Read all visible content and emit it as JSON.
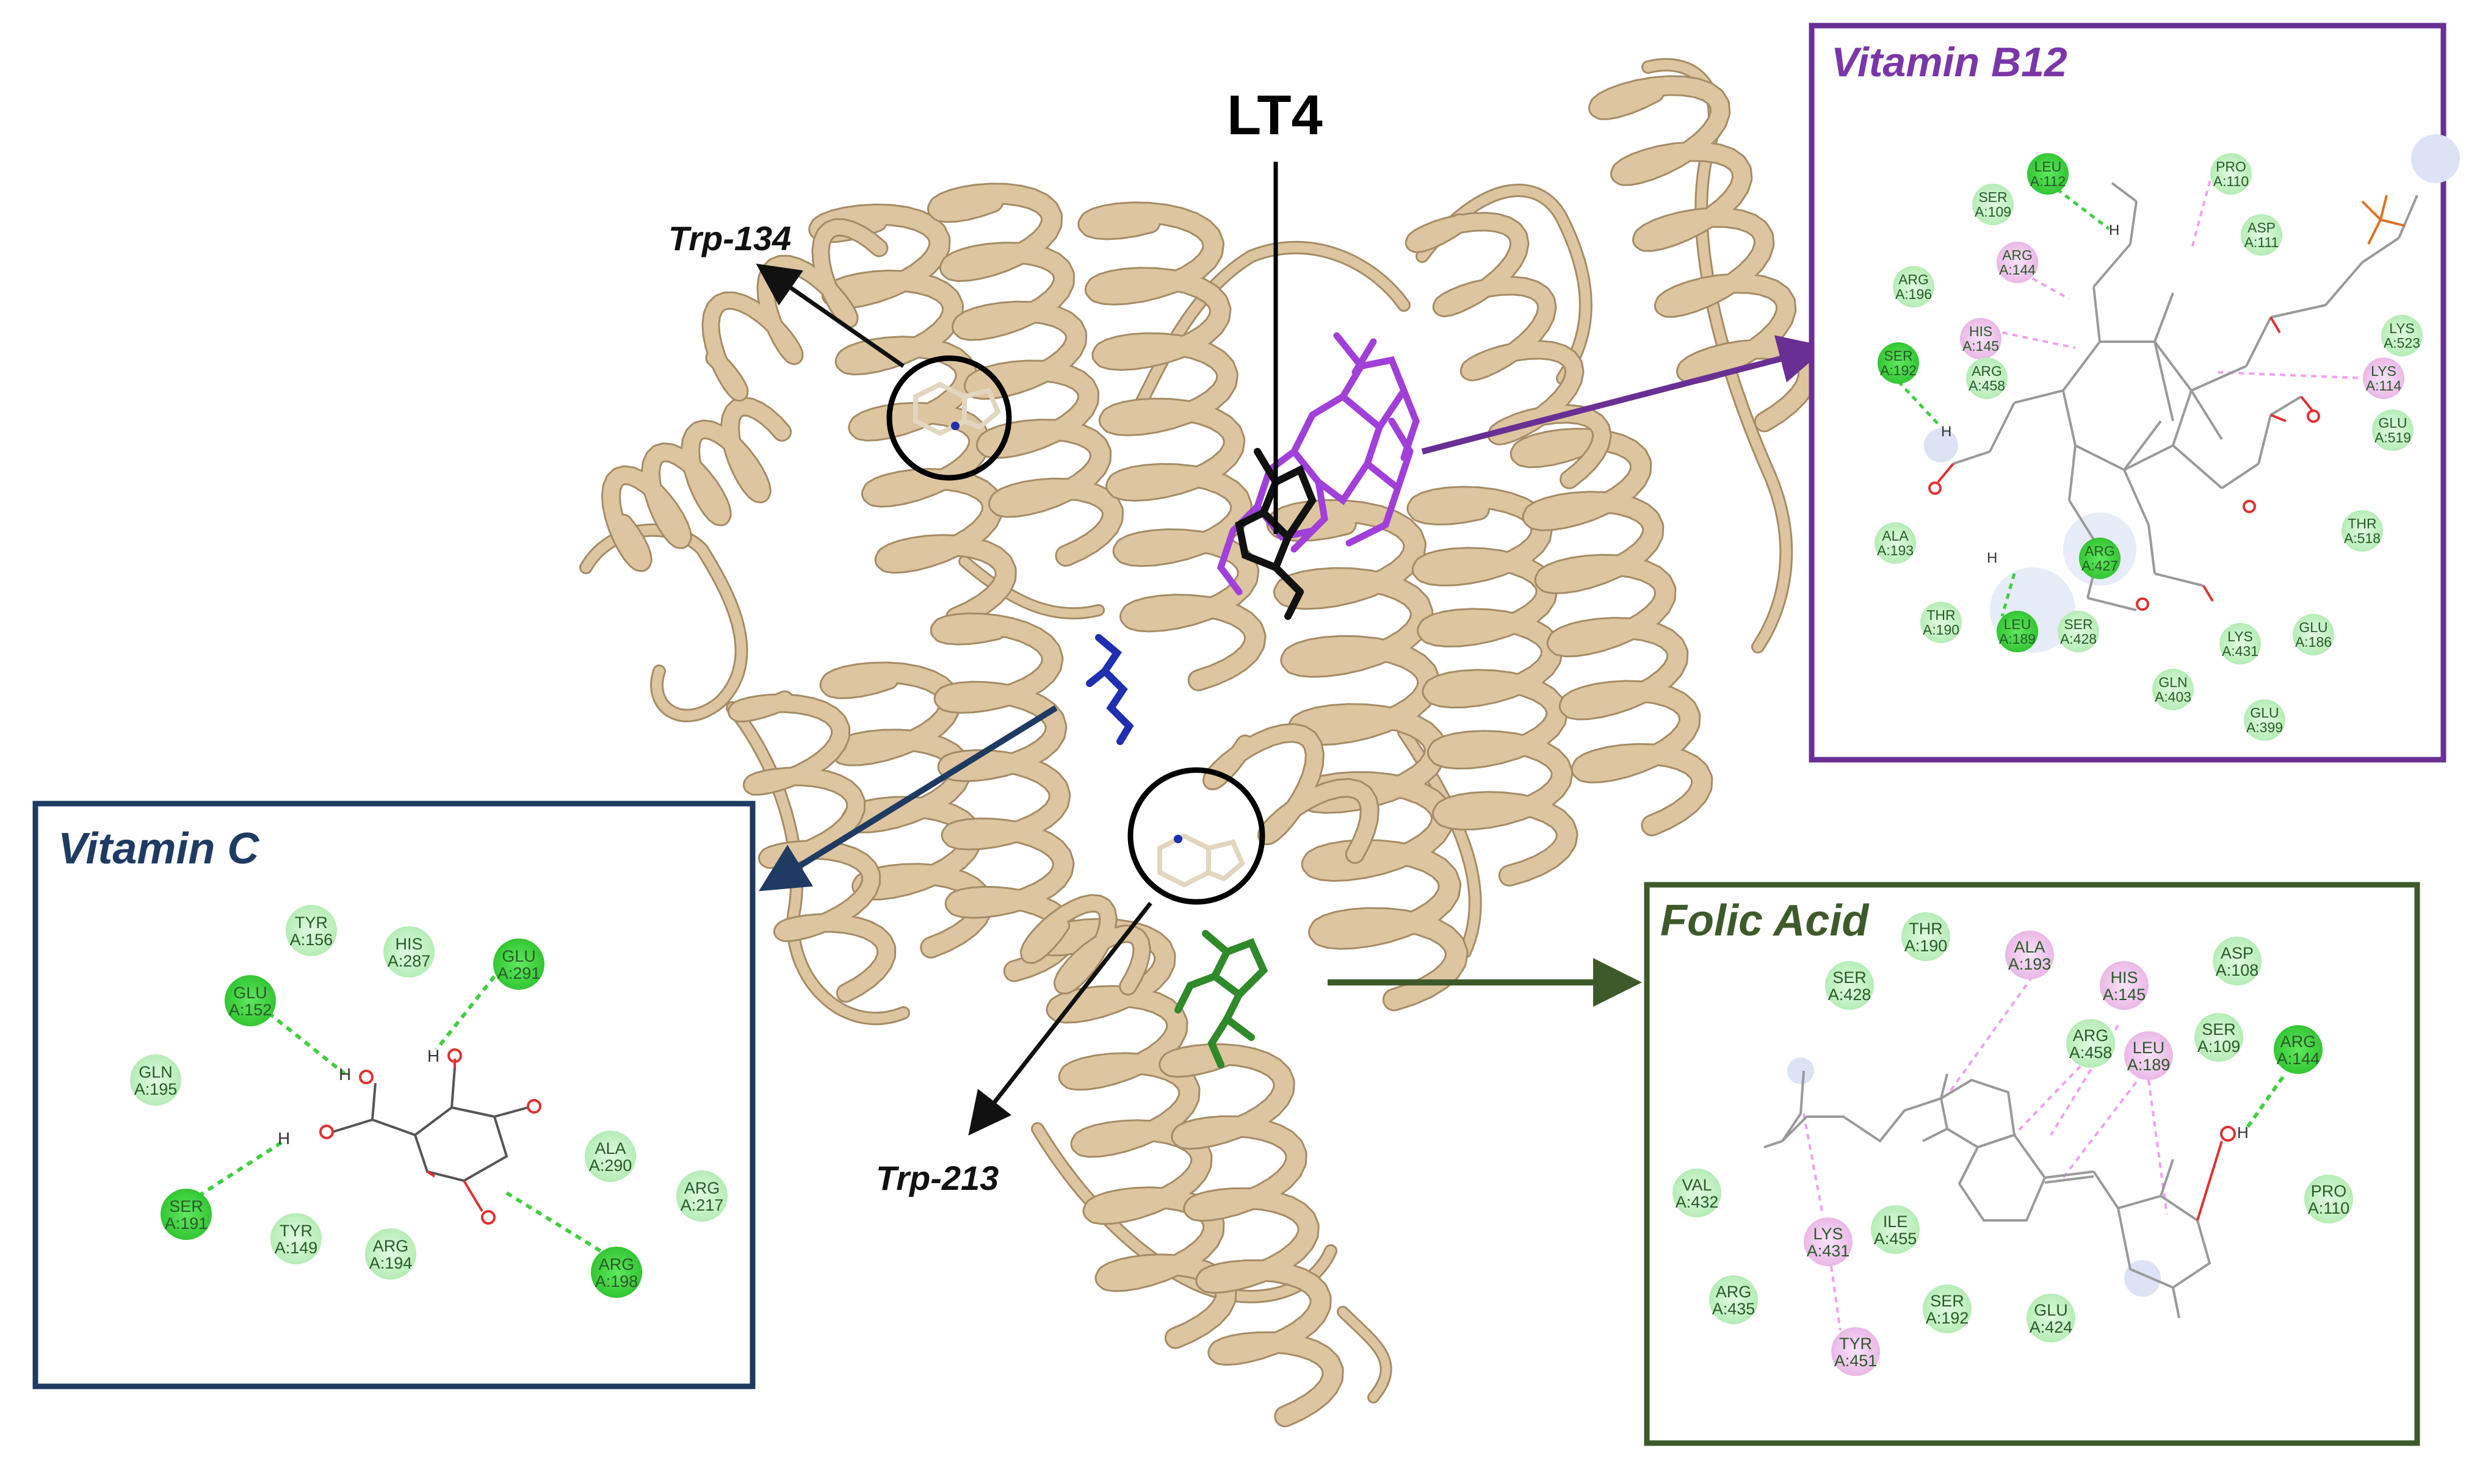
{
  "colors": {
    "protein": "#d9c19a",
    "protein_dark": "#b79f78",
    "vitc": "#1f3b63",
    "vitb12": "#6a2f93",
    "folic": "#3f5a2a",
    "ligand_blue": "#1f2fb0",
    "ligand_purple": "#9b3fd0",
    "ligand_green": "#2f8a2a",
    "res_green_strong": "#3fd43f",
    "res_green_light": "#c9f2c9",
    "res_pink": "#f2c6ef"
  },
  "labels": {
    "lt4": "LT4",
    "trp134": "Trp-134",
    "trp213": "Trp-213"
  },
  "panels": {
    "vitamin_c": {
      "title": "Vitamin C",
      "residues": [
        {
          "line1": "TYR",
          "line2": "A:156",
          "type": "light"
        },
        {
          "line1": "HIS",
          "line2": "A:287",
          "type": "light"
        },
        {
          "line1": "GLU",
          "line2": "A:291",
          "type": "strong"
        },
        {
          "line1": "GLU",
          "line2": "A:152",
          "type": "strong"
        },
        {
          "line1": "GLN",
          "line2": "A:195",
          "type": "light"
        },
        {
          "line1": "ALA",
          "line2": "A:290",
          "type": "light"
        },
        {
          "line1": "ARG",
          "line2": "A:217",
          "type": "light"
        },
        {
          "line1": "SER",
          "line2": "A:191",
          "type": "strong"
        },
        {
          "line1": "TYR",
          "line2": "A:149",
          "type": "light"
        },
        {
          "line1": "ARG",
          "line2": "A:194",
          "type": "light"
        },
        {
          "line1": "ARG",
          "line2": "A:198",
          "type": "strong"
        }
      ]
    },
    "vitamin_b12": {
      "title": "Vitamin B12",
      "residues": [
        {
          "line1": "LEU",
          "line2": "A:112",
          "type": "strong"
        },
        {
          "line1": "PRO",
          "line2": "A:110",
          "type": "light"
        },
        {
          "line1": "SER",
          "line2": "A:109",
          "type": "light"
        },
        {
          "line1": "ASP",
          "line2": "A:111",
          "type": "light"
        },
        {
          "line1": "ARG",
          "line2": "A:144",
          "type": "pink"
        },
        {
          "line1": "ARG",
          "line2": "A:196",
          "type": "light"
        },
        {
          "line1": "HIS",
          "line2": "A:145",
          "type": "pink"
        },
        {
          "line1": "LYS",
          "line2": "A:523",
          "type": "light"
        },
        {
          "line1": "SER",
          "line2": "A:192",
          "type": "strong"
        },
        {
          "line1": "ARG",
          "line2": "A:458",
          "type": "light"
        },
        {
          "line1": "LYS",
          "line2": "A:114",
          "type": "pink"
        },
        {
          "line1": "GLU",
          "line2": "A:519",
          "type": "light"
        },
        {
          "line1": "ALA",
          "line2": "A:193",
          "type": "light"
        },
        {
          "line1": "ARG",
          "line2": "A:427",
          "type": "strong"
        },
        {
          "line1": "THR",
          "line2": "A:518",
          "type": "light"
        },
        {
          "line1": "THR",
          "line2": "A:190",
          "type": "light"
        },
        {
          "line1": "LEU",
          "line2": "A:189",
          "type": "strong"
        },
        {
          "line1": "SER",
          "line2": "A:428",
          "type": "light"
        },
        {
          "line1": "LYS",
          "line2": "A:431",
          "type": "light"
        },
        {
          "line1": "GLU",
          "line2": "A:186",
          "type": "light"
        },
        {
          "line1": "GLN",
          "line2": "A:403",
          "type": "light"
        },
        {
          "line1": "GLU",
          "line2": "A:399",
          "type": "light"
        }
      ]
    },
    "folic_acid": {
      "title": "Folic Acid",
      "residues": [
        {
          "line1": "THR",
          "line2": "A:190",
          "type": "light"
        },
        {
          "line1": "ALA",
          "line2": "A:193",
          "type": "pink"
        },
        {
          "line1": "SER",
          "line2": "A:428",
          "type": "light"
        },
        {
          "line1": "HIS",
          "line2": "A:145",
          "type": "pink"
        },
        {
          "line1": "ASP",
          "line2": "A:108",
          "type": "light"
        },
        {
          "line1": "ARG",
          "line2": "A:458",
          "type": "light"
        },
        {
          "line1": "LEU",
          "line2": "A:189",
          "type": "pink"
        },
        {
          "line1": "SER",
          "line2": "A:109",
          "type": "light"
        },
        {
          "line1": "ARG",
          "line2": "A:144",
          "type": "strong"
        },
        {
          "line1": "VAL",
          "line2": "A:432",
          "type": "light"
        },
        {
          "line1": "PRO",
          "line2": "A:110",
          "type": "light"
        },
        {
          "line1": "LYS",
          "line2": "A:431",
          "type": "pink"
        },
        {
          "line1": "ILE",
          "line2": "A:455",
          "type": "light"
        },
        {
          "line1": "ARG",
          "line2": "A:435",
          "type": "light"
        },
        {
          "line1": "SER",
          "line2": "A:192",
          "type": "light"
        },
        {
          "line1": "GLU",
          "line2": "A:424",
          "type": "light"
        },
        {
          "line1": "TYR",
          "line2": "A:451",
          "type": "pink"
        }
      ]
    }
  }
}
